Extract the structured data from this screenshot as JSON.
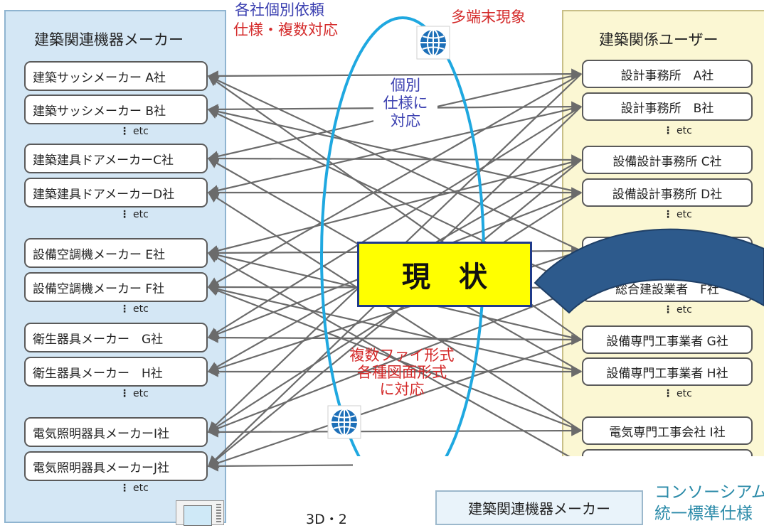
{
  "left_panel": {
    "title": "建築関連機器メーカー",
    "items": [
      "建築サッシメーカー A社",
      "建築サッシメーカー B社",
      "建築建具ドアメーカーC社",
      "建築建具ドアメーカーD社",
      "設備空調機メーカー E社",
      "設備空調機メーカー F社",
      "衛生器具メーカー　G社",
      "衛生器具メーカー　H社",
      "電気照明器具メーカーI社",
      "電気照明器具メーカーJ社"
    ],
    "etc_label": "etc"
  },
  "right_panel": {
    "title": "建築関係ユーザー",
    "items": [
      "設計事務所　A社",
      "設計事務所　B社",
      "設備設計事務所 C社",
      "設備設計事務所 D社",
      "",
      "総合建設業者　F社",
      "設備専門工事業者 G社",
      "設備専門工事業者 H社",
      "電気専門工事会社 I社"
    ],
    "etc_label": "etc"
  },
  "notes": {
    "top_left_line1": "各社個別依頼",
    "top_left_line2": "仕様・複数対応",
    "top_right": "多端末現象",
    "center_line1": "個別",
    "center_line2": "仕様に",
    "center_line3": "対応",
    "bottom_line1": "複数ファイ形式",
    "bottom_line2": "各種図面形式",
    "bottom_line3": "に対応"
  },
  "status_label": "現　状",
  "next_slide": {
    "box_label": "建築関連機器メーカー",
    "consortium_line1": "コンソーシアム",
    "consortium_line2": "統一標準仕様",
    "three_d_label": "3D・2"
  },
  "colors": {
    "left_panel_bg": "#d4e7f5",
    "right_panel_bg": "#fbf7d3",
    "ellipse": "#1fa8e0",
    "arrow": "#6b6b6b",
    "status_bg": "#ffff00",
    "big_arrow": "#2d5a8c",
    "red_text": "#d42a2a",
    "blue_text": "#3a3fb0"
  },
  "icons": [
    "globe-icon",
    "monitor-icon"
  ]
}
